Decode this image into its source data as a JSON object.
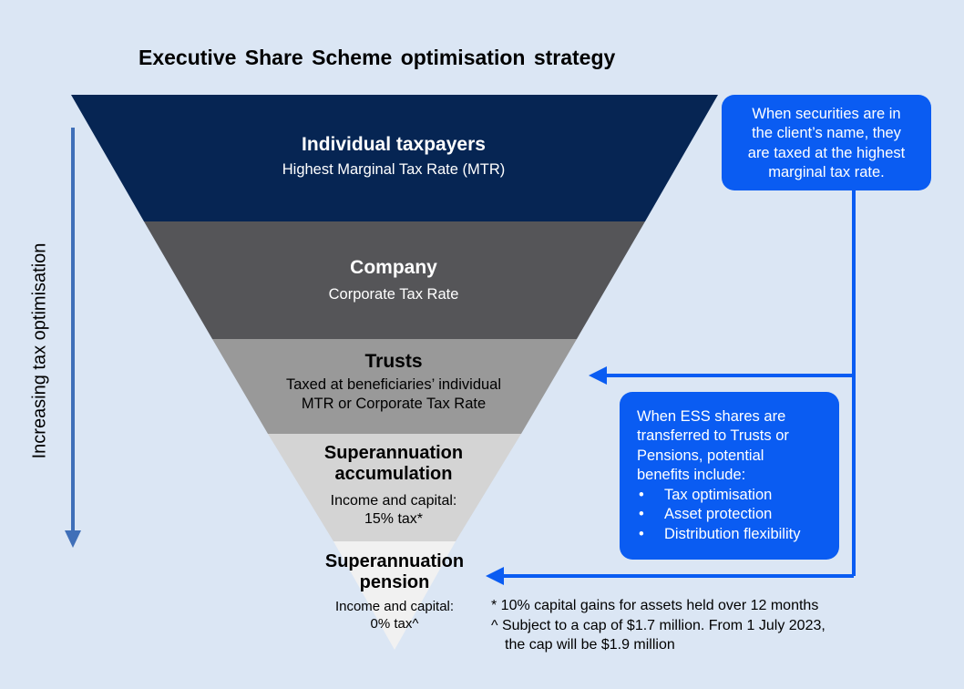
{
  "title": "Executive Share Scheme optimisation strategy",
  "side_axis_label": "Increasing tax optimisation",
  "layers": [
    {
      "title": "Individual taxpayers",
      "subtitle": "Highest Marginal Tax Rate (MTR)",
      "color": "#062553"
    },
    {
      "title": "Company",
      "subtitle": "Corporate Tax Rate",
      "color": "#555558"
    },
    {
      "title": "Trusts",
      "subtitle_line1": "Taxed at beneficiaries’ individual",
      "subtitle_line2": "MTR or Corporate Tax Rate",
      "color": "#999999"
    },
    {
      "title_line1": "Superannuation",
      "title_line2": "accumulation",
      "subtitle_line1": "Income and capital:",
      "subtitle_line2": "15% tax*",
      "color": "#d4d4d4"
    },
    {
      "title_line1": "Superannuation",
      "title_line2": "pension",
      "subtitle_line1": "Income and capital:",
      "subtitle_line2": "0% tax^",
      "color": "#f1f1f1"
    }
  ],
  "callout_top": {
    "lines": [
      "When securities are in",
      "the client’s name, they",
      "are taxed at the highest",
      "marginal tax rate."
    ]
  },
  "callout_bottom": {
    "intro_lines": [
      "When ESS shares are",
      "transferred to Trusts or",
      "Pensions, potential",
      "benefits include:"
    ],
    "bullets": [
      "Tax optimisation",
      "Asset protection",
      "Distribution flexibility"
    ]
  },
  "footnotes": {
    "star": "* 10% capital gains for assets held over 12 months",
    "caret_line1": "^ Subject to a cap of $1.7 million. From 1 July 2023,",
    "caret_line2": "the cap will be $1.9 million"
  },
  "colors": {
    "background": "#dbe6f4",
    "accent_blue": "#0a5cf2",
    "axis_arrow": "#3f6fb8"
  }
}
